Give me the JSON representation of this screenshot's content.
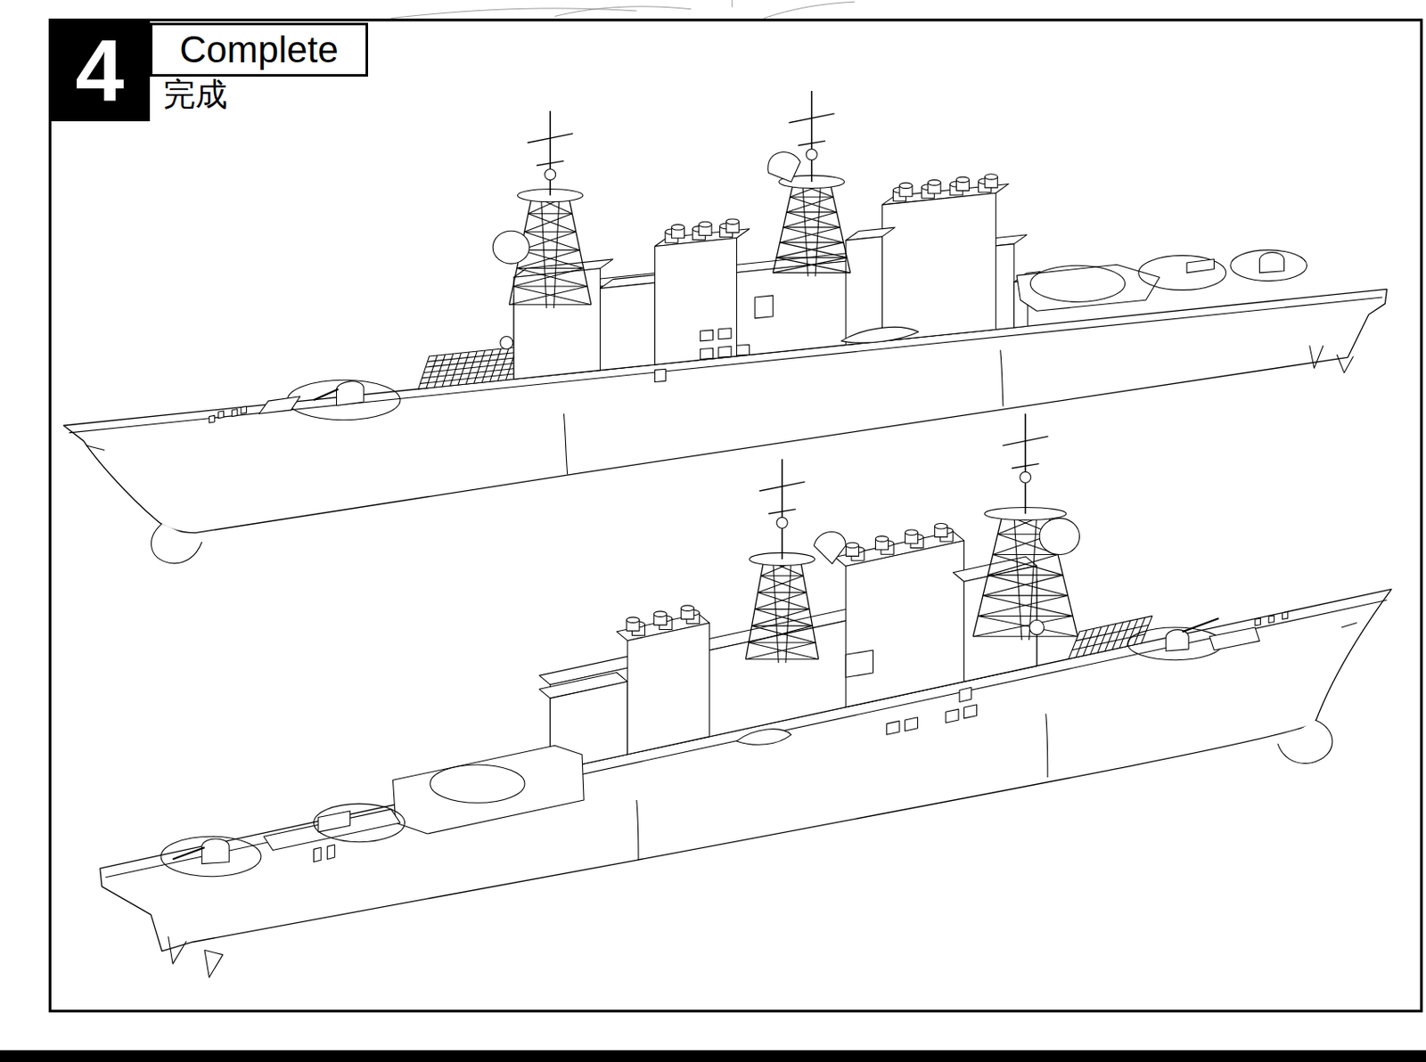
{
  "diagram": {
    "nodes": [
      {
        "text": [
          "4"
        ]
      },
      {
        "text": [
          "Complete"
        ]
      }
    ],
    "labels": [
      "完成"
    ]
  }
}
